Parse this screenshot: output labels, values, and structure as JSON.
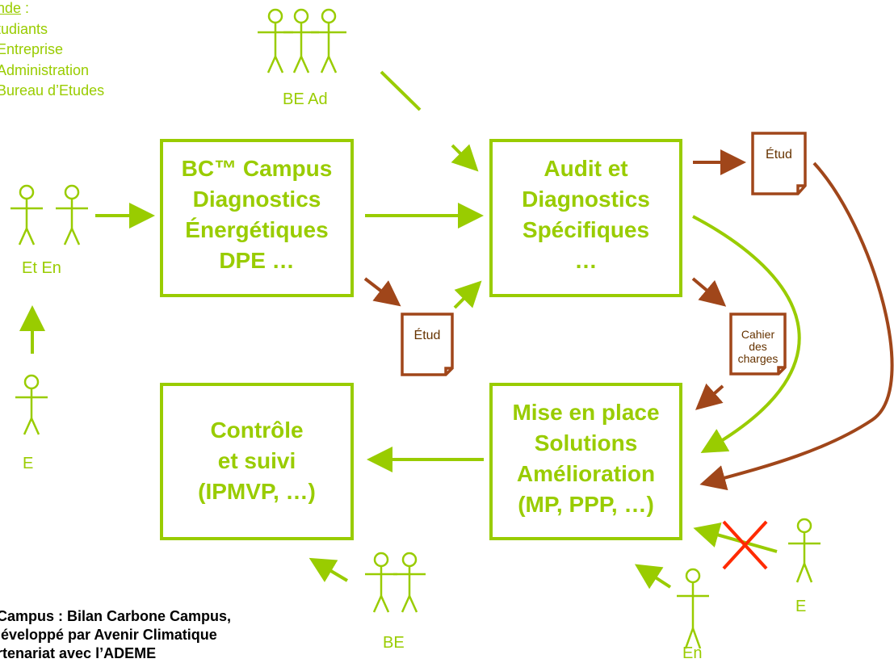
{
  "legend": {
    "title": "nde",
    "title_suffix": " :",
    "items": [
      "tudiants",
      "Entreprise",
      "Administration",
      "Bureau d’Etudes"
    ]
  },
  "actors": {
    "top_label": "BE  Ad",
    "left_label": "Et En",
    "bottom_left_label": "E",
    "bottom_mid_label": "BE",
    "bottom_right_en_label": "En",
    "bottom_right_e_label": "E"
  },
  "boxes": {
    "bc_campus": [
      "BC™ Campus",
      "Diagnostics",
      "Énergétiques",
      "DPE …"
    ],
    "audit": [
      "Audit et",
      "Diagnostics",
      "Spécifiques",
      "…"
    ],
    "controle": [
      "Contrôle",
      "et suivi",
      "(IPMVP, …)"
    ],
    "mise_en_place": [
      "Mise en place",
      "Solutions",
      "Amélioration",
      "(MP, PPP, …)"
    ]
  },
  "documents": {
    "etud_bottom": "Étud",
    "etud_top": "Étud",
    "cahier": [
      "Cahier",
      "des",
      "charges"
    ]
  },
  "footnote": [
    "Campus : Bilan Carbone Campus,",
    "léveloppé par Avenir Climatique",
    "rtenariat avec l’ADEME"
  ],
  "colors": {
    "green": "#99cc00",
    "brown": "#a0461a",
    "red": "#ff2a00"
  }
}
